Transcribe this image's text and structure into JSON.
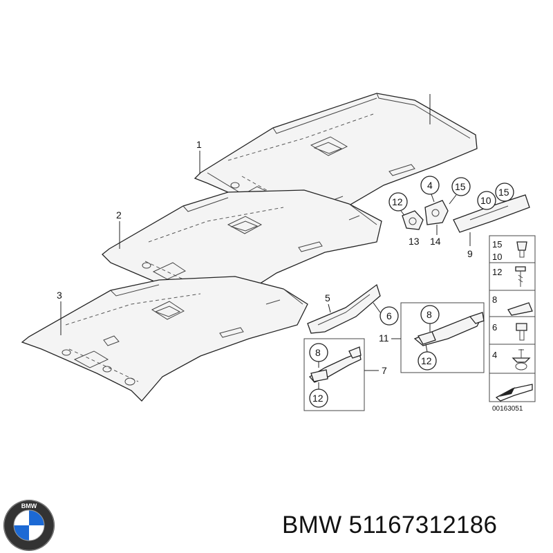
{
  "callouts": {
    "c1": "1",
    "c2": "2",
    "c3": "3",
    "c4": "4",
    "c5": "5",
    "c6": "6",
    "c7": "7",
    "c9": "9",
    "c10": "10",
    "c11": "11",
    "c12": "12",
    "c13": "13",
    "c14": "14",
    "c15": "15",
    "c15b": "15",
    "c8_pop1": "8",
    "c12_pop1": "12",
    "c8_pop2": "8",
    "c12_pop2": "12"
  },
  "legend": [
    "15",
    "10",
    "12",
    "8",
    "6",
    "4"
  ],
  "diagram_id": "00163051",
  "logo_text": "BMW",
  "caption": "BMW 51167312186",
  "colors": {
    "line": "#222222",
    "fill": "#f4f4f4",
    "logo_blue": "#1c69d4"
  }
}
